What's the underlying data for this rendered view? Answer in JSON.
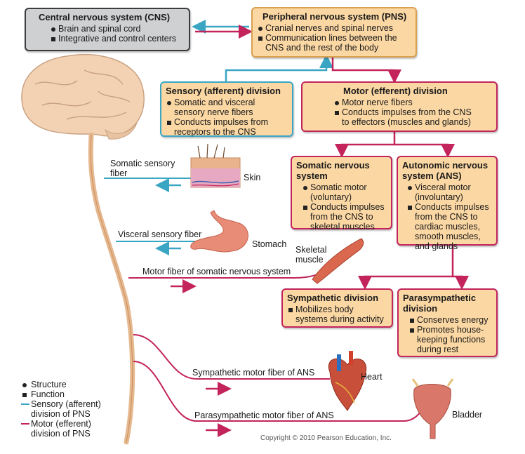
{
  "colors": {
    "sensory": "#3aa6c4",
    "motor": "#c2245b",
    "box_fill": "#fbd7a3",
    "cns_fill": "#cfd0d2"
  },
  "cns": {
    "title": "Central nervous system (CNS)",
    "items": [
      {
        "type": "structure",
        "text": "Brain and spinal cord"
      },
      {
        "type": "function",
        "text": "Integrative and control centers"
      }
    ]
  },
  "pns": {
    "title": "Peripheral nervous system (PNS)",
    "items": [
      {
        "type": "structure",
        "text": "Cranial nerves and spinal nerves"
      },
      {
        "type": "function",
        "text": "Communication lines between the CNS and the rest of the body"
      }
    ]
  },
  "sensory_division": {
    "title": "Sensory (afferent) division",
    "items": [
      {
        "type": "structure",
        "text": "Somatic and visceral sensory nerve fibers"
      },
      {
        "type": "function",
        "text": "Conducts impulses from receptors to the CNS"
      }
    ]
  },
  "motor_division": {
    "title": "Motor (efferent) division",
    "items": [
      {
        "type": "structure",
        "text": "Motor nerve fibers"
      },
      {
        "type": "function",
        "text": "Conducts impulses from the CNS to effectors (muscles and glands)"
      }
    ]
  },
  "somatic_ns": {
    "title": "Somatic nervous system",
    "items": [
      {
        "type": "structure",
        "text": "Somatic motor (voluntary)"
      },
      {
        "type": "function",
        "text": "Conducts impulses from the CNS to skeletal muscles"
      }
    ]
  },
  "autonomic_ns": {
    "title": "Autonomic nervous system (ANS)",
    "items": [
      {
        "type": "structure",
        "text": "Visceral motor (involuntary)"
      },
      {
        "type": "function",
        "text": "Conducts impulses from the CNS to cardiac muscles, smooth muscles, and glands"
      }
    ]
  },
  "sympathetic": {
    "title": "Sympathetic division",
    "items": [
      {
        "type": "function",
        "text": "Mobilizes body systems during activity"
      }
    ]
  },
  "parasympathetic": {
    "title": "Parasympathetic division",
    "items": [
      {
        "type": "function",
        "text": "Conserves energy"
      },
      {
        "type": "function",
        "text": "Promotes house-keeping functions during rest"
      }
    ]
  },
  "fibers": {
    "somatic_sensory": "Somatic sensory fiber",
    "visceral_sensory": "Visceral sensory fiber",
    "somatic_motor": "Motor fiber of somatic nervous system",
    "sympathetic_motor": "Sympathetic motor fiber of ANS",
    "parasympathetic_motor": "Parasympathetic motor fiber of ANS"
  },
  "organs": {
    "skin": "Skin",
    "stomach": "Stomach",
    "skeletal_muscle": "Skeletal muscle",
    "heart": "Heart",
    "bladder": "Bladder"
  },
  "legend": {
    "structure": "Structure",
    "function": "Function",
    "sensory": "Sensory (afferent) division of PNS",
    "motor": "Motor (efferent) division of PNS"
  },
  "copyright": "Copyright © 2010 Pearson Education, Inc."
}
